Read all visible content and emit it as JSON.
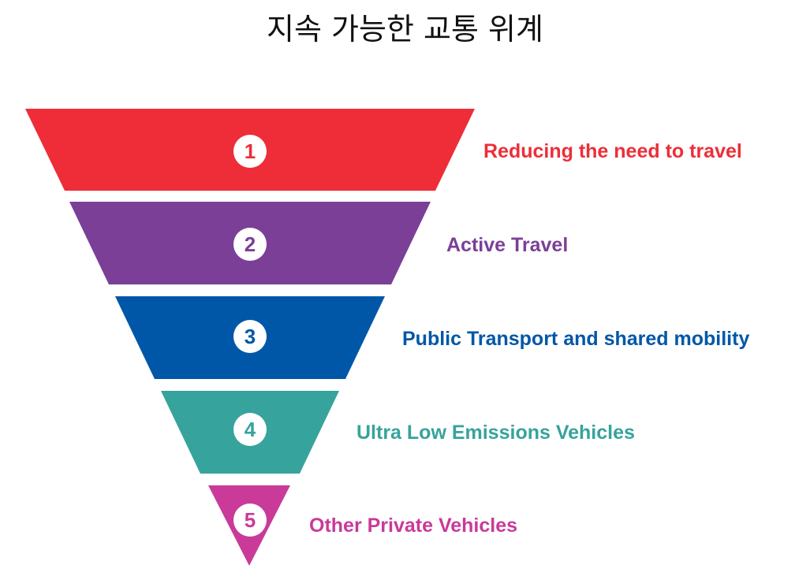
{
  "title": "지속 가능한 교통 위계",
  "tiers": [
    {
      "number": "1",
      "label": "Reducing the need to travel",
      "color": "#ee2d38"
    },
    {
      "number": "2",
      "label": "Active Travel",
      "color": "#7b3f98"
    },
    {
      "number": "3",
      "label": "Public Transport and shared mobility",
      "color": "#0057a8"
    },
    {
      "number": "4",
      "label": "Ultra Low Emissions Vehicles",
      "color": "#36a39c"
    },
    {
      "number": "5",
      "label": "Other Private Vehicles",
      "color": "#c93a99"
    }
  ]
}
